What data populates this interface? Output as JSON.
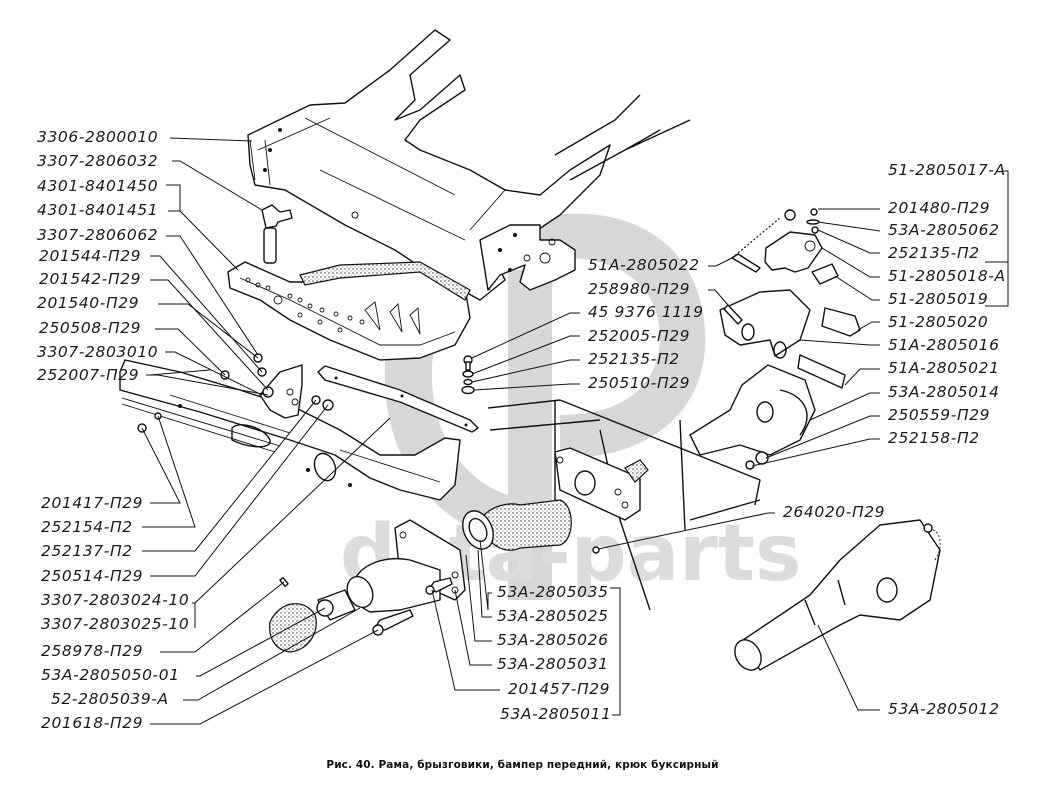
{
  "watermark": {
    "logo_text": "GP",
    "site_text": "data-parts",
    "color": "#d7d7d7"
  },
  "caption": "Рис. 40. Рама, брызговики, бампер передний, крюк буксирный",
  "labels_left": [
    "3306-2800010",
    "3307-2806032",
    "4301-8401450",
    "4301-8401451",
    "3307-2806062",
    "201544-П29",
    "201542-П29",
    "201540-П29",
    "250508-П29",
    "3307-2803010",
    "252007-П29",
    "201417-П29",
    "252154-П2",
    "252137-П2",
    "250514-П29",
    "3307-2803024-10",
    "3307-2803025-10",
    "258978-П29",
    "53А-2805050-01",
    "52-2805039-А",
    "201618-П29"
  ],
  "labels_center": [
    "51А-2805022",
    "258980-П29",
    "45 9376 1119",
    "252005-П29",
    "252135-П2",
    "250510-П29"
  ],
  "labels_right": [
    "51-2805017-А",
    "201480-П29",
    "53А-2805062",
    "252135-П2",
    "51-2805018-А",
    "51-2805019",
    "51-2805020",
    "51А-2805016",
    "51А-2805021",
    "53А-2805014",
    "250559-П29",
    "252158-П2"
  ],
  "labels_bottom": [
    "264020-П29",
    "53А-2805035",
    "53А-2805025",
    "53А-2805026",
    "53А-2805031",
    "201457-П29",
    "53А-2805011",
    "53А-2805012"
  ]
}
